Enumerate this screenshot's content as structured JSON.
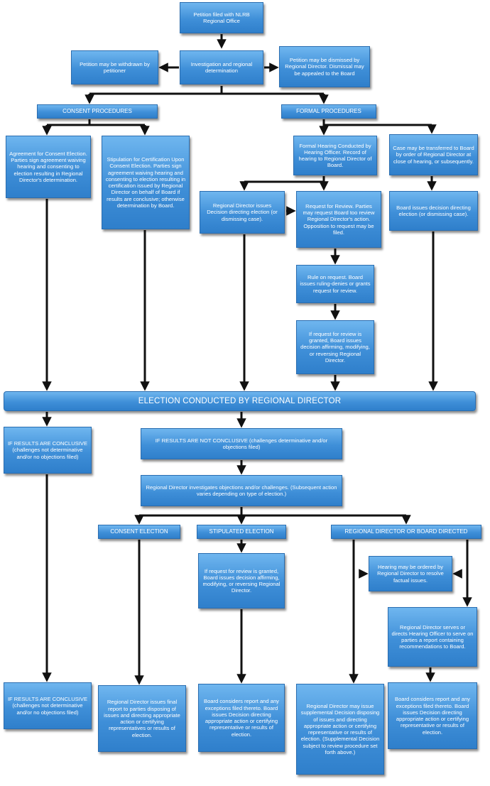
{
  "diagram": {
    "petition_filed": "Petition filed with NLRB Regional Office",
    "investigation": "Investigation and regional determination",
    "withdrawn": "Petition may be withdrawn by petitioner",
    "dismissed": "Petition may be dismissed by Regional Director. Dismissal may be appealed to the Board",
    "consent_procedures": "CONSENT PROCEDURES",
    "formal_procedures": "FORMAL PROCEDURES",
    "agreement_consent": "Agreement for Consent Election. Parties sign agreement waiving hearing and consenting to election resulting in Regional Director's determination.",
    "stipulation": "Stipulation for Certification Upon Consent Election. Parties sign agreement waiving hearing and consenting to election resulting in certification issued by Regional Director on behalf of Board if results are conclusive; otherwise determination by Board.",
    "formal_hearing": "Formal Hearing Conducted by Hearing Officer. Record of hearing to Regional Director of Board.",
    "case_transfer": "Case may be transferred to Board by order of Regional Director at close of hearing, or subsequently.",
    "rd_decision": "Regional Director issues Decision directing election (or dismissing case).",
    "request_review": "Request for Review. Parties may request Board too review Regional Director's action. Opposition to request may be filed.",
    "board_decision_direct": "Board issues decision directing election (or dismissing case).",
    "rule_request": "Rule on request. Board issues ruling-denies or grants request for review.",
    "review_granted_1": "If request for review is granted, Board issues decision affirming, modifying, or reversing Regional Director.",
    "election_conducted": "ELECTION CONDUCTED BY REGIONAL DIRECTOR",
    "results_conclusive_1": "IF RESULTS ARE CONCLUSIVE (challenges not determinative and/or no objections filed)",
    "results_not_conclusive": "IF RESULTS ARE NOT CONCLUSIVE (challenges determinative and/or objections filed)",
    "rd_investigates": "Regional Director investigates objections and/or challenges. (Subsequent action varies depending on type of election.)",
    "consent_election": "CONSENT ELECTION",
    "stipulated_election": "STIPULATED ELECTION",
    "rd_or_board_directed": "REGIONAL DIRECTOR OR BOARD DIRECTED",
    "review_granted_2": "If request for review is granted, Board issues decision affirming, modifying, or reversing Regional Director.",
    "hearing_ordered": "Hearing may be ordered by Regional Director to resolve factual issues.",
    "rd_serves_report": "Regional Director serves or directs Hearing Officer to serve on parties a report containing recommendations to Board.",
    "results_conclusive_2": "IF RESULTS ARE CONCLUSIVE (challenges not determinative and/or no objections filed)",
    "rd_final_report": "Regional Director issues final report to parties disposing of issues and directing appropriate action or certifying representatives or results of election.",
    "board_considers_1": "Board considers report and any exceptions filed thereto. Board issues Decision directing appropriate action or certifying representative or results of election.",
    "rd_supplemental": "Regional Director may issue supplemental Decision disposing of issues and directing appropriate action or certifying representative or results of election. (Supplemental Decision subject to review procedure set forth above.)",
    "board_considers_2": "Board considers report and any exceptions filed thereto. Board issues Decision directing appropriate action or certifying representative or results of election."
  }
}
